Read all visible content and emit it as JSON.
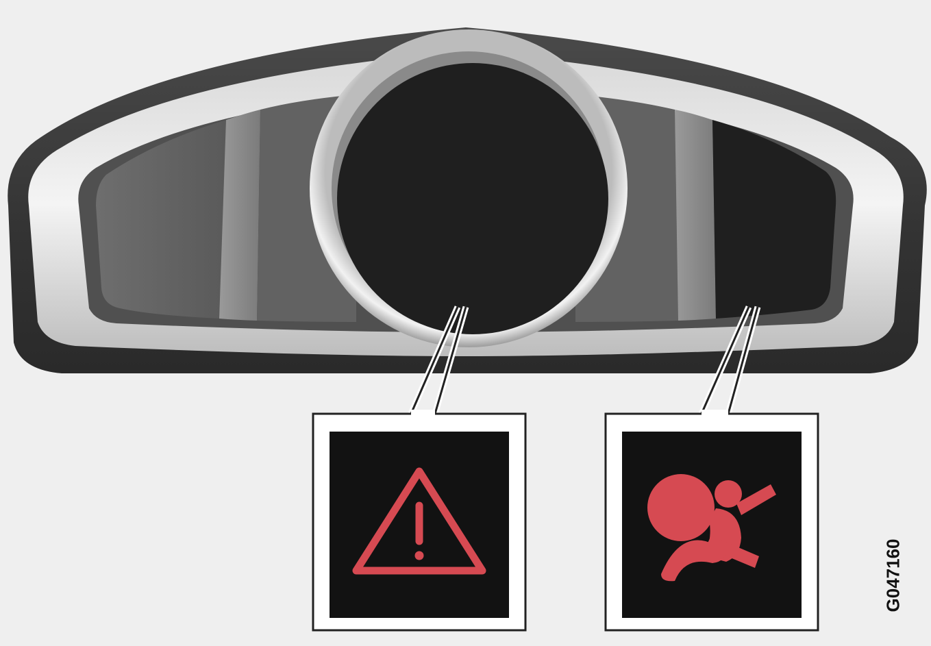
{
  "figure_id": "G047160",
  "indicators": [
    {
      "name": "warning-symbol",
      "icon": "warning-triangle-icon",
      "color": "#d64a52"
    },
    {
      "name": "airbag-symbol",
      "icon": "airbag-icon",
      "color": "#d64a52"
    }
  ],
  "colors": {
    "background": "#efefef",
    "cluster_housing": "#3a3a3a",
    "display_dark": "#1f1f1f",
    "symbol_panel": "#121212",
    "symbol_red": "#d64a52",
    "callout_line": "#222222"
  }
}
